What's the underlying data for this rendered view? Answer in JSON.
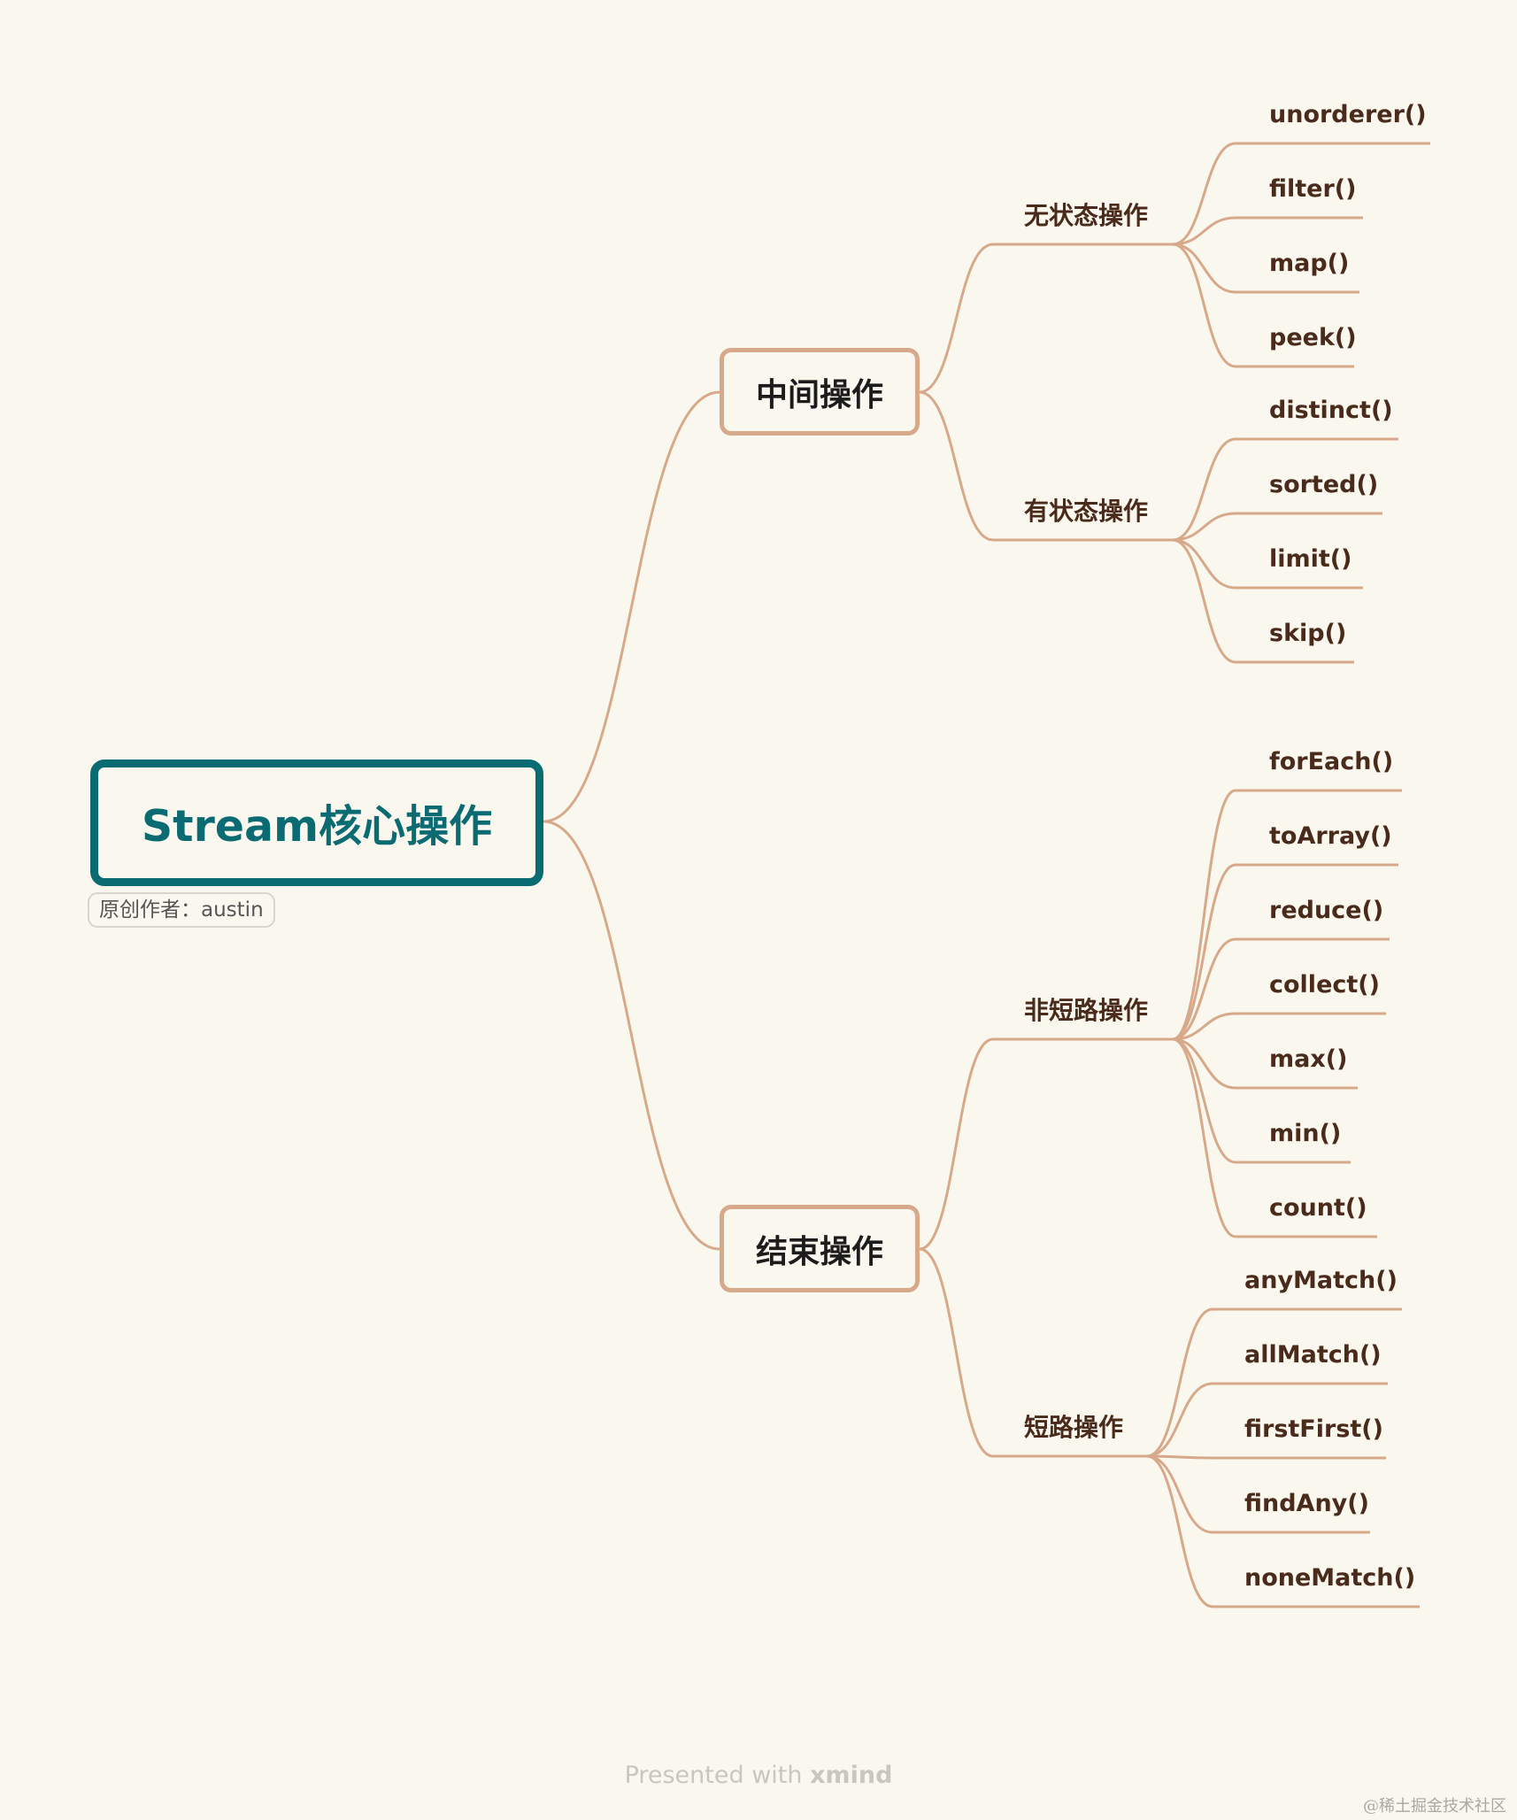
{
  "mindmap": {
    "root": {
      "label": "Stream核心操作",
      "note": "原创作者：austin"
    },
    "branches": [
      {
        "label": "中间操作",
        "children": [
          {
            "label": "无状态操作",
            "leaves": [
              "unorderer()",
              "filter()",
              "map()",
              "peek()"
            ]
          },
          {
            "label": "有状态操作",
            "leaves": [
              "distinct()",
              "sorted()",
              "limit()",
              "skip()"
            ]
          }
        ]
      },
      {
        "label": "结束操作",
        "children": [
          {
            "label": "非短路操作",
            "leaves": [
              "forEach()",
              "toArray()",
              "reduce()",
              "collect()",
              "max()",
              "min()",
              "count()"
            ]
          },
          {
            "label": "短路操作",
            "leaves": [
              "anyMatch()",
              "allMatch()",
              "firstFirst()",
              "findAny()",
              "noneMatch()"
            ]
          }
        ]
      }
    ]
  },
  "footer": {
    "prefix": "Presented with ",
    "brand": "xmind"
  },
  "watermark": "@稀土掘金技术社区",
  "colors": {
    "background": "#faf8ee",
    "root_border": "#0b6b73",
    "branch_line": "#d7a98a",
    "text": "#4a2a1a"
  }
}
